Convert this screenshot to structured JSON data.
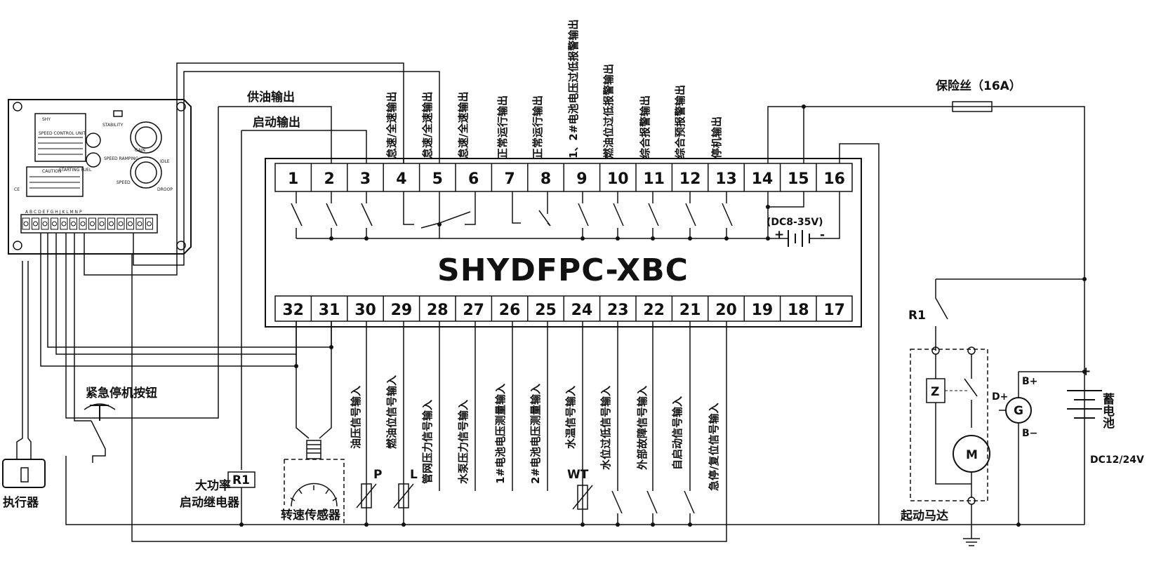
{
  "controller": {
    "model": "SHYDFPC-XBC",
    "top_terminals": [
      "1",
      "2",
      "3",
      "4",
      "5",
      "6",
      "7",
      "8",
      "9",
      "10",
      "11",
      "12",
      "13",
      "14",
      "15",
      "16"
    ],
    "bottom_terminals": [
      "32",
      "31",
      "30",
      "29",
      "28",
      "27",
      "26",
      "25",
      "24",
      "23",
      "22",
      "21",
      "20",
      "19",
      "18",
      "17"
    ]
  },
  "top_labels": {
    "fuel_supply": "供油输出",
    "start_output": "启动输出",
    "t4": "怠速/全速输出",
    "t5": "怠速/全速输出",
    "t6": "怠速/全速输出",
    "t7": "正常运行输出",
    "t8": "正常运行输出",
    "t9": "1、2#电池电压过低报警输出",
    "t10": "燃油位过低报警输出",
    "t11": "综合报警输出",
    "t12": "综合预报警输出",
    "t13": "停机输出"
  },
  "bottom_labels": {
    "t30": "油压信号输入",
    "t29": "燃油位信号输入",
    "t28": "管网压力信号输入",
    "t27": "水泵压力信号输入",
    "t26": "1#电池电压测量输入",
    "t25": "2#电池电压测量输入",
    "t24": "水温信号输入",
    "t23": "水位过低信号输入",
    "t22": "外部故障信号输入",
    "t21": "自启动信号输入",
    "t20": "急停/复位信号输入"
  },
  "sensors": {
    "P": "P",
    "L": "L",
    "WT": "WT"
  },
  "power": {
    "fuse": "保险丝（16A）",
    "dc_range": "(DC8-35V)",
    "plus": "+",
    "minus": "-",
    "battery_label": "蓄电池",
    "battery_voltage": "DC12/24V",
    "bplus": "B+",
    "bminus": "B−",
    "dplus": "D+",
    "generator": "G",
    "motor": "M",
    "z": "Z",
    "r1": "R1",
    "starter": "起动马达"
  },
  "speed_unit": {
    "title": "SPEED CONTROL UNIT",
    "stability": "STABILITY",
    "gain": "GAIN",
    "speed": "SPEED",
    "idle": "IDLE",
    "droop": "DROOP",
    "starting_fuel": "STARTING FUEL",
    "speed_ramping": "SPEED RAMPING",
    "caution": "CAUTION",
    "terminals": "A B C D E F G H J K L M N P",
    "ce": "CE"
  },
  "misc": {
    "emergency_stop": "紧急停机按钮",
    "actuator": "执行器",
    "relay_r1": "R1",
    "relay_line1": "大功率",
    "relay_line2": "启动继电器",
    "speed_sensor": "转速传感器"
  }
}
